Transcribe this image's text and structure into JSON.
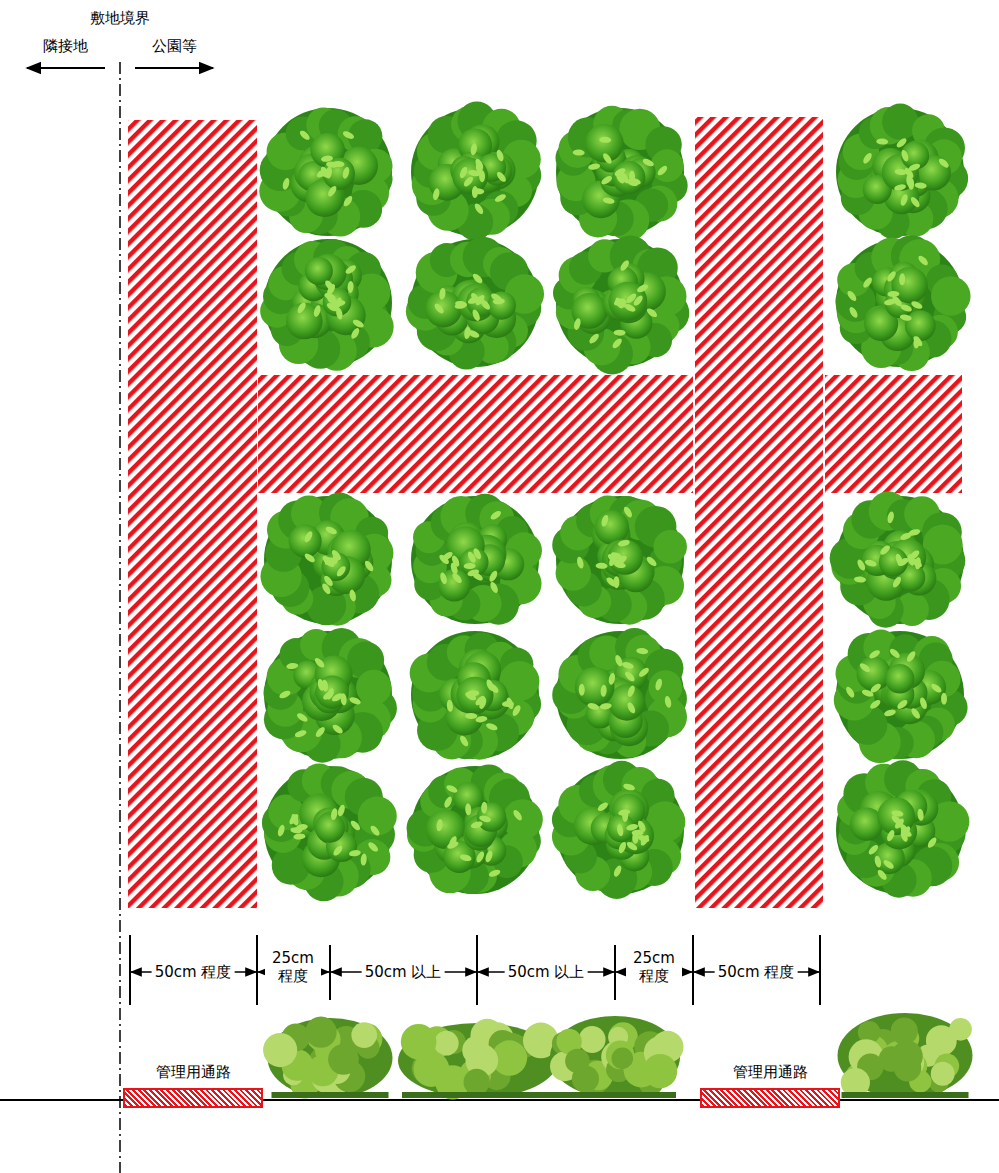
{
  "diagram": {
    "nodes": [
      {
        "text": [
          "管理用通路"
        ]
      },
      {
        "text": [
          "管理用通路"
        ]
      }
    ],
    "labels": [
      "敷地境界",
      "隣接地",
      "公園等",
      "50cm 程度",
      "25cm 程度",
      "50cm 以上",
      "50cm 以上",
      "25cm 程度",
      "50cm 程度"
    ]
  }
}
